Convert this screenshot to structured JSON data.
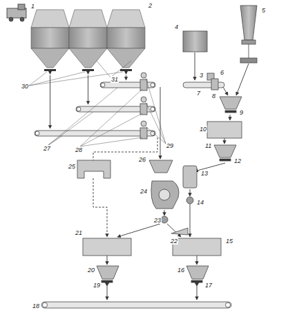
{
  "diagram": {
    "labels": [
      "1",
      "2",
      "4",
      "5",
      "3",
      "6",
      "7",
      "31",
      "30",
      "8",
      "9",
      "29",
      "10",
      "11",
      "12",
      "27",
      "28",
      "26",
      "25",
      "24",
      "13",
      "23",
      "14",
      "22",
      "21",
      "15",
      "20",
      "16",
      "19",
      "17",
      "18"
    ]
  }
}
